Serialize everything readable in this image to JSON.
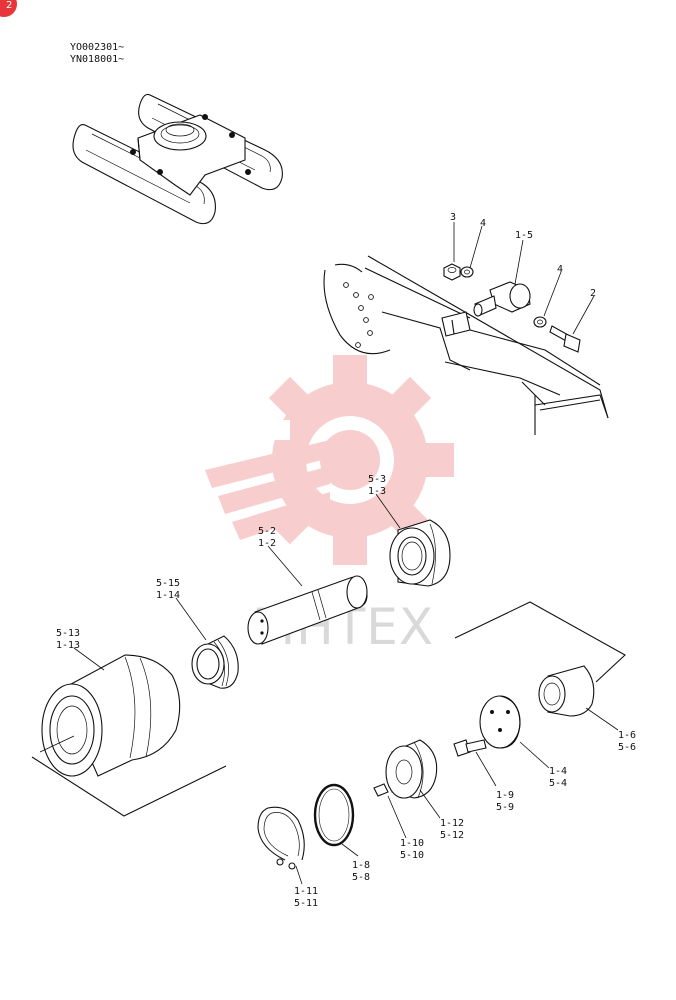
{
  "serial_numbers": [
    "YO002301~",
    "YN018001~"
  ],
  "watermark": {
    "text": "MHTEX",
    "color": "#f4a6a6"
  },
  "corner_badge": {
    "text": "2",
    "color": "#e8343b"
  },
  "callouts": [
    {
      "id": "c-3",
      "lines": [
        "3"
      ]
    },
    {
      "id": "c-4a",
      "lines": [
        "4"
      ]
    },
    {
      "id": "c-1-5",
      "lines": [
        "1-5"
      ]
    },
    {
      "id": "c-4b",
      "lines": [
        "4"
      ]
    },
    {
      "id": "c-2",
      "lines": [
        "2"
      ]
    },
    {
      "id": "c-5-3",
      "lines": [
        "5-3",
        "1-3"
      ]
    },
    {
      "id": "c-5-2",
      "lines": [
        "5-2",
        "1-2"
      ]
    },
    {
      "id": "c-5-15",
      "lines": [
        "5-15",
        "1-14"
      ]
    },
    {
      "id": "c-5-13",
      "lines": [
        "5-13",
        "1-13"
      ]
    },
    {
      "id": "c-1-6",
      "lines": [
        "1-6",
        "5-6"
      ]
    },
    {
      "id": "c-1-4",
      "lines": [
        "1-4",
        "5-4"
      ]
    },
    {
      "id": "c-1-9",
      "lines": [
        "1-9",
        "5-9"
      ]
    },
    {
      "id": "c-1-12",
      "lines": [
        "1-12",
        "5-12"
      ]
    },
    {
      "id": "c-1-10",
      "lines": [
        "1-10",
        "5-10"
      ]
    },
    {
      "id": "c-1-8",
      "lines": [
        "1-8",
        "5-8"
      ]
    },
    {
      "id": "c-1-11",
      "lines": [
        "1-11",
        "5-11"
      ]
    }
  ]
}
